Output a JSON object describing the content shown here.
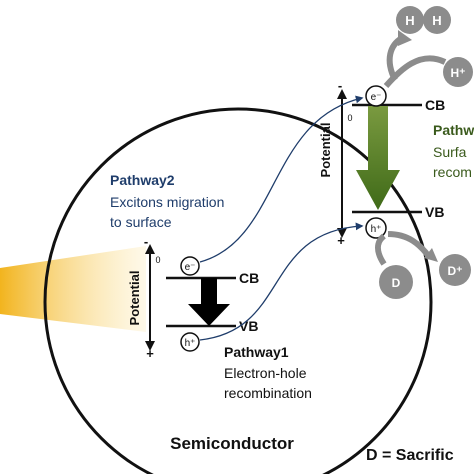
{
  "semiconductor_label": "Semiconductor",
  "legend_text": "D = Sacrific",
  "inner_band": {
    "potential_label": "Potential",
    "minus": "-",
    "zero": "0",
    "plus": "+",
    "cb": "CB",
    "vb": "VB",
    "electron": "e⁻",
    "hole": "h⁺"
  },
  "surface_band": {
    "potential_label": "Potential",
    "minus": "-",
    "zero": "0",
    "plus": "+",
    "cb": "CB",
    "vb": "VB",
    "electron": "e⁻",
    "hole": "h⁺"
  },
  "pathway2": {
    "title": "Pathway2",
    "line1": "Excitons migration",
    "line2": "to surface"
  },
  "pathway1": {
    "title": "Pathway1",
    "line1": "Electron-hole",
    "line2": "recombination"
  },
  "pathway3": {
    "title": "Pathw",
    "line1": "Surfa",
    "line2": "recom"
  },
  "species": {
    "h1": "H",
    "h2": "H",
    "h_plus": "H⁺",
    "d_plus": "D⁺",
    "d": "D"
  },
  "colors": {
    "pathway_blue": "#1f3d6b",
    "surface_green": "#3a5a1c",
    "green_arrow": "#4a7a20",
    "light_beam": "#f2b41e",
    "species_gray": "#8c8c8c"
  }
}
